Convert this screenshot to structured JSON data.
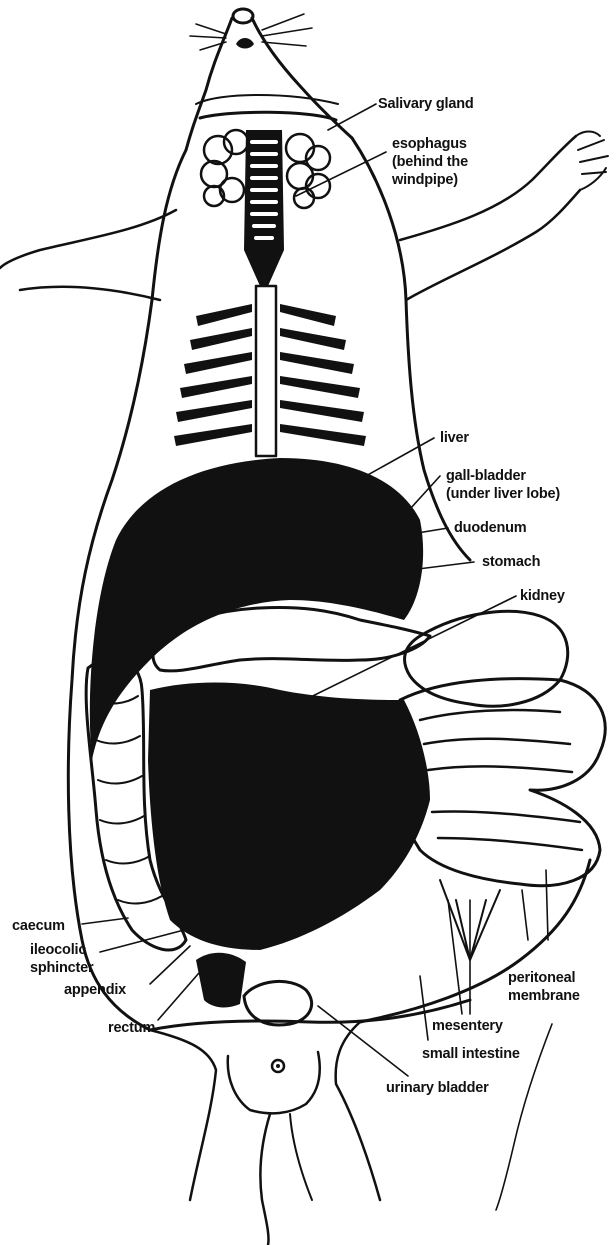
{
  "labels": {
    "salivary_gland": "Salivary gland",
    "esophagus_1": "esophagus",
    "esophagus_2": "(behind the",
    "esophagus_3": "windpipe)",
    "liver": "liver",
    "gall_bladder_1": "gall-bladder",
    "gall_bladder_2": "(under liver lobe)",
    "duodenum": "duodenum",
    "stomach": "stomach",
    "kidney": "kidney",
    "caecum": "caecum",
    "ileocolic_1": "ileocolic",
    "ileocolic_2": "sphincter",
    "appendix": "appendix",
    "rectum": "rectum",
    "peritoneal_1": "peritoneal",
    "peritoneal_2": "membrane",
    "mesentery": "mesentery",
    "small_intestine": "small intestine",
    "urinary_bladder": "urinary bladder"
  }
}
